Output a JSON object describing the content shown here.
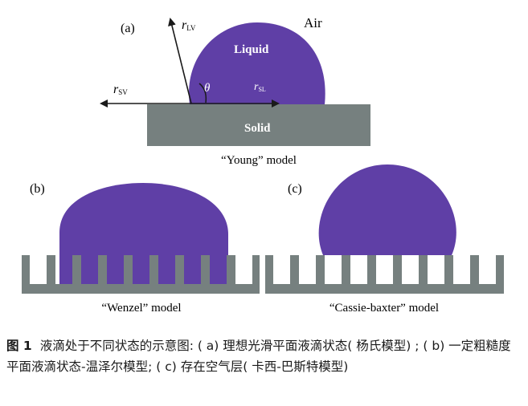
{
  "colors": {
    "liquid": "#5f3fa6",
    "solid": "#76807f",
    "line": "#1a1a1a",
    "label_on_dark": "#ffffff"
  },
  "panel_a": {
    "tag": "(a)",
    "air_label": "Air",
    "liquid_label": "Liquid",
    "solid_label": "Solid",
    "theta_label": "θ",
    "r_lv": {
      "main": "r",
      "sub": "LV"
    },
    "r_sv": {
      "main": "r",
      "sub": "SV"
    },
    "r_sl": {
      "main": "r",
      "sub": "SL"
    },
    "model_label": "“Young” model"
  },
  "panel_b": {
    "tag": "(b)",
    "model_label": "“Wenzel” model"
  },
  "panel_c": {
    "tag": "(c)",
    "model_label": "“Cassie-baxter” model"
  },
  "caption": {
    "figure_number": "图 1",
    "text": "液滴处于不同状态的示意图: ( a) 理想光滑平面液滴状态( 杨氏模型) ; ( b) 一定粗糙度平面液滴状态-温泽尔模型; ( c) 存在空气层( 卡西-巴斯特模型)"
  }
}
